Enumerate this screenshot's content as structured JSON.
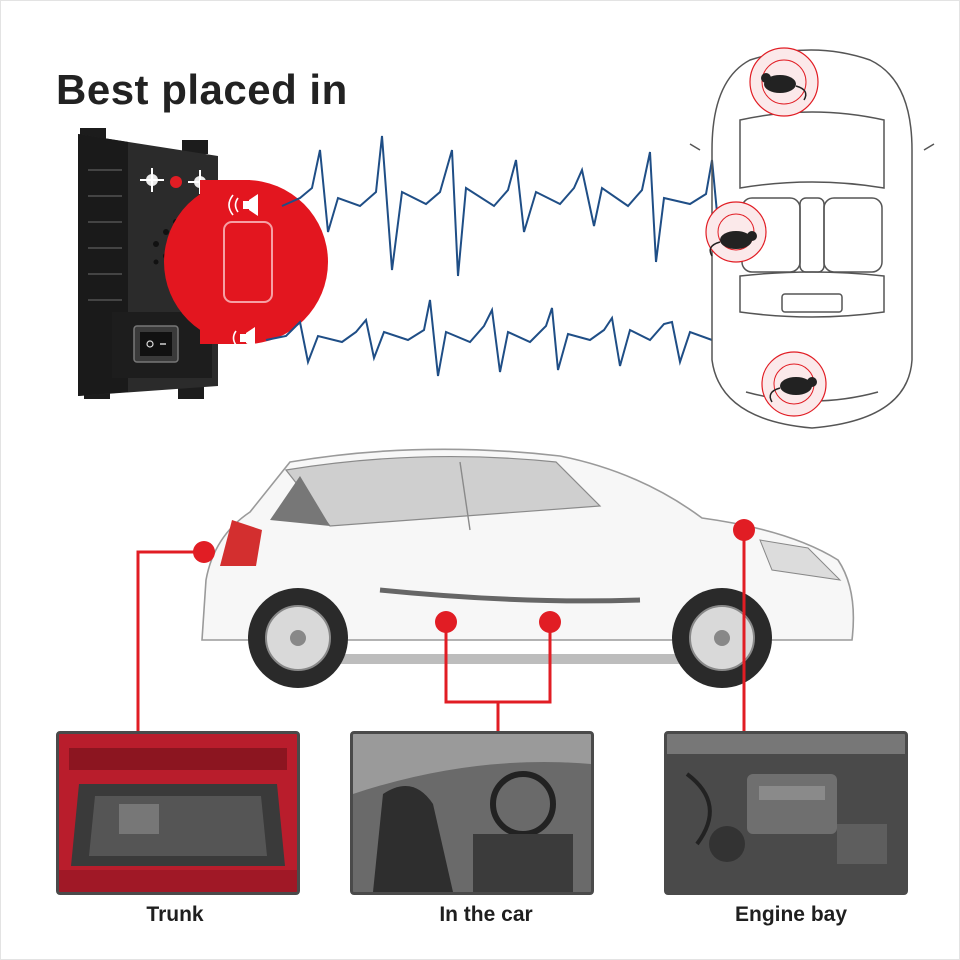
{
  "headline": "Best placed in",
  "locations": [
    {
      "label": "Trunk"
    },
    {
      "label": "In the car"
    },
    {
      "label": "Engine bay"
    }
  ],
  "colors": {
    "accent": "#e11d24",
    "wave": "#1f4e86",
    "device": "#2b2b2b"
  },
  "icons": [
    "speaker-icon",
    "mouse-icon",
    "power-switch-icon",
    "led-indicator-icon"
  ]
}
